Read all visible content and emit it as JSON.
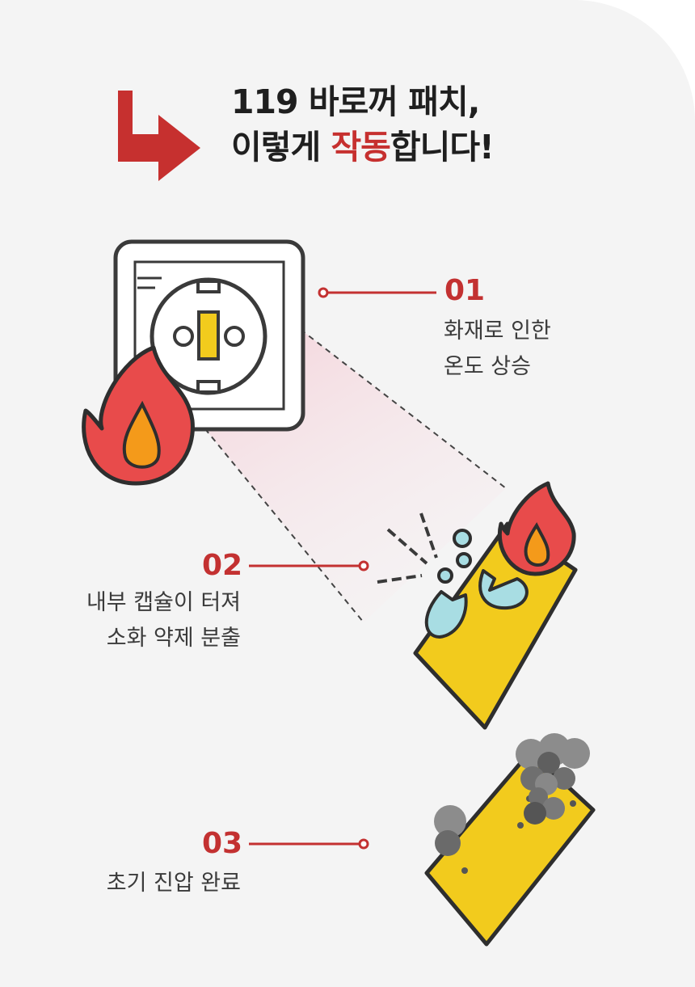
{
  "header": {
    "title_line1": "119 바로꺼 패치,",
    "title_line2_before": "이렇게 ",
    "title_line2_accent": "작동",
    "title_line2_after": "합니다!"
  },
  "steps": [
    {
      "number": "01",
      "lines": [
        "화재로 인한",
        "온도 상승"
      ]
    },
    {
      "number": "02",
      "lines": [
        "내부 캡슐이 터져",
        "소화 약제 분출"
      ]
    },
    {
      "number": "03",
      "lines": [
        "초기 진압 완료"
      ]
    }
  ],
  "colors": {
    "accent": "#c6302f",
    "patch": "#f2cb1d",
    "flame": "#e84b4b",
    "flame_core": "#f49a1a",
    "capsule": "#a8dde3",
    "smoke": "#7b7b7b",
    "background": "#f4f4f4"
  },
  "icons": [
    "arrow-icon",
    "outlet-icon",
    "flame-icon",
    "capsule-patch-icon",
    "smoke-patch-icon"
  ]
}
